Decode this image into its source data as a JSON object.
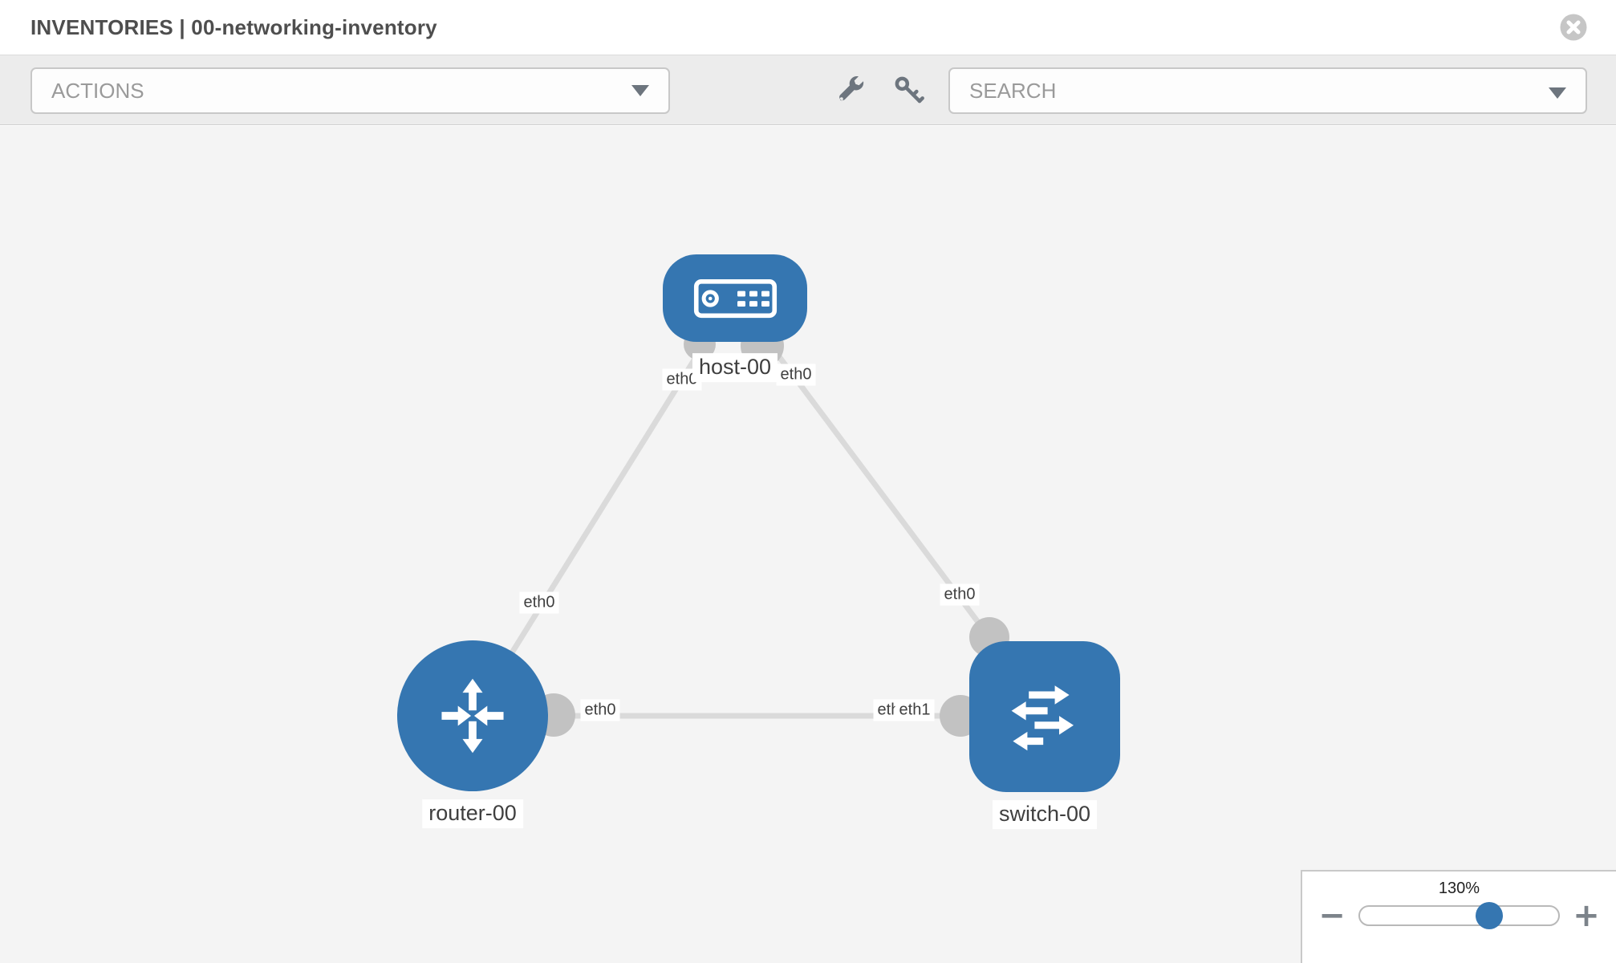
{
  "header": {
    "title": "INVENTORIES | 00-networking-inventory",
    "close_icon": "x-in-circle"
  },
  "toolbar": {
    "actions_label": "ACTIONS",
    "search_placeholder": "SEARCH",
    "icons": [
      "wrench-icon",
      "key-icon",
      "chevron-down-icon"
    ]
  },
  "topology": {
    "nodes": [
      {
        "id": "host-00",
        "type": "host",
        "label": "host-00",
        "icon": "host-icon"
      },
      {
        "id": "router-00",
        "type": "router",
        "label": "router-00",
        "icon": "router-icon"
      },
      {
        "id": "switch-00",
        "type": "switch",
        "label": "switch-00",
        "icon": "switch-icon"
      }
    ],
    "links": [
      {
        "from": "host-00",
        "to": "router-00",
        "from_interface": "eth0",
        "to_interface": "eth0"
      },
      {
        "from": "host-00",
        "to": "switch-00",
        "from_interface": "eth0",
        "to_interface": "eth0"
      },
      {
        "from": "router-00",
        "to": "switch-00",
        "from_interface": "eth0",
        "to_interface": "eth1",
        "to_interface_overlapped": "eth0"
      }
    ]
  },
  "zoom_control": {
    "level_label": "130%",
    "percent": 130,
    "minus_label": "−",
    "plus_label": "+"
  },
  "colors": {
    "node_blue": "#3576b1",
    "link_gray": "#dadada",
    "endpoint_gray": "#c2c2c2",
    "canvas_gray": "#f4f4f4",
    "toolbar_gray": "#ececec"
  }
}
